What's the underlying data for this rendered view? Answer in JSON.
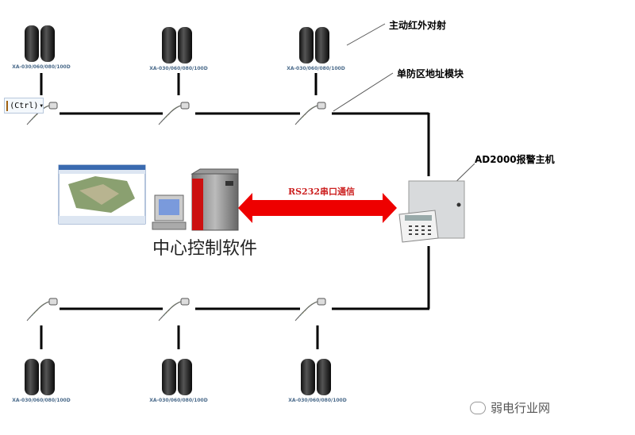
{
  "sensor_model": "XA-030/060/080/100D",
  "callouts": {
    "active_ir_beam": "主动红外对射",
    "single_zone_module": "单防区地址模块",
    "alarm_host": "AD2000报警主机"
  },
  "link_label": "RS232串口通信",
  "center_label": "中心控制软件",
  "paste_popup": "(Ctrl)",
  "watermark": "弱电行业网",
  "colors": {
    "arrow": "#ee0000",
    "bus_line": "#000000",
    "model_text": "#4a6a8a"
  }
}
